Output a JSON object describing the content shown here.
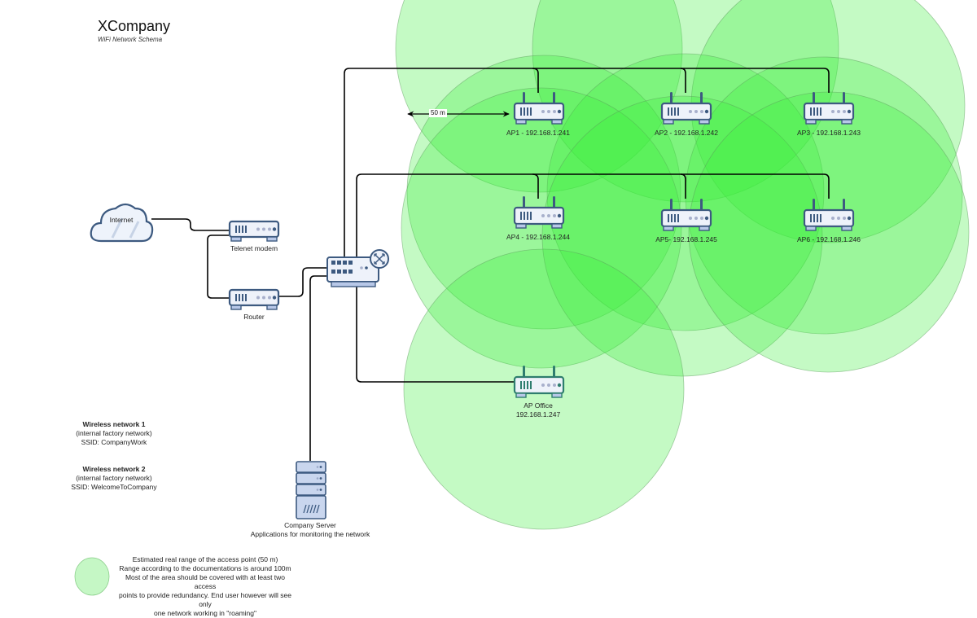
{
  "header": {
    "title": "XCompany",
    "subtitle": "WiFi Network Schema"
  },
  "colors": {
    "coverage_fill": "#3cf03c",
    "coverage_stroke": "#5a9a5a",
    "device_blue": "#3d5a80",
    "device_fill": "#eef2fa",
    "device_light": "#b8c8e8",
    "office_ap": "#2e7d6e",
    "link": "#000000"
  },
  "internet": {
    "label": "Internet",
    "icon": "cloud-icon"
  },
  "modem": {
    "label": "Telenet modem",
    "icon": "modem-icon"
  },
  "router": {
    "label": "Router",
    "icon": "router-icon"
  },
  "switch": {
    "icon": "network-switch-icon"
  },
  "server": {
    "name": "Company Server",
    "description": "Applications for monitoring the network",
    "icon": "server-icon"
  },
  "distance_marker": {
    "label": "50 m"
  },
  "access_points": [
    {
      "id": "ap1",
      "label": "AP1 - 192.168.1.241"
    },
    {
      "id": "ap2",
      "label": "AP2 - 192.168.1.242"
    },
    {
      "id": "ap3",
      "label": "AP3 - 192.168.1.243"
    },
    {
      "id": "ap4",
      "label": "AP4 - 192.168.1.244"
    },
    {
      "id": "ap5",
      "label": "AP5- 192.168.1.245"
    },
    {
      "id": "ap6",
      "label": "AP6 - 192.168.1.246"
    },
    {
      "id": "ap-office",
      "label": "AP Office",
      "label2": "192.168.1.247"
    }
  ],
  "wireless_networks": [
    {
      "title": "Wireless network 1",
      "note": "(internal factory network)",
      "ssid": "SSID: CompanyWork"
    },
    {
      "title": "Wireless network 2",
      "note": "(internal factory network)",
      "ssid": "SSID: WelcomeToCompany"
    }
  ],
  "legend": {
    "lines": [
      "Estimated real range of the access point (50 m)",
      "Range according to the documentations is around 100m",
      "Most of the area should be covered with at least two access",
      "points to provide redundancy. End user however will see only",
      "one network working in \"roaming\""
    ]
  }
}
